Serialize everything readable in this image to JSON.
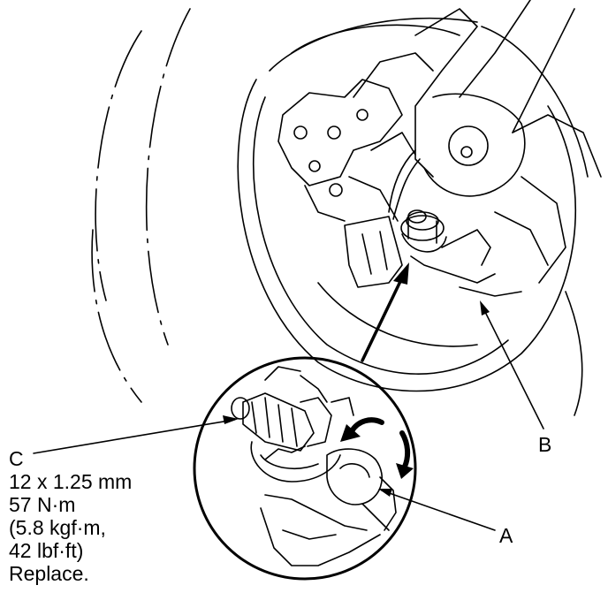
{
  "callouts": {
    "a": {
      "letter": "A"
    },
    "b": {
      "letter": "B"
    },
    "c": {
      "letter": "C",
      "spec_lines": [
        "12 x 1.25 mm",
        "57 N·m",
        "(5.8 kgf·m,",
        "42 lbf·ft)",
        "Replace."
      ]
    }
  }
}
